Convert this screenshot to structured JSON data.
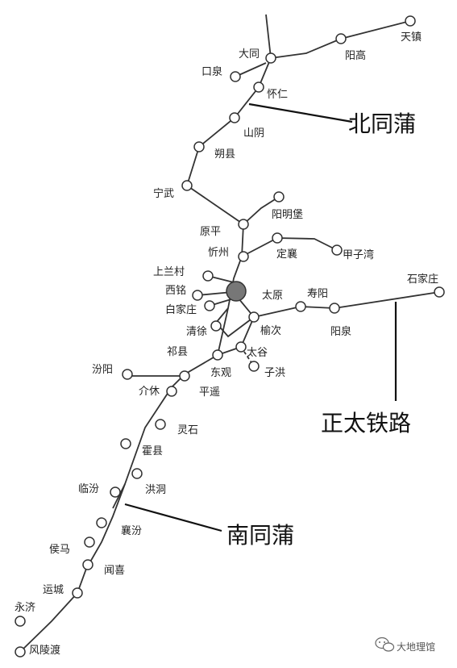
{
  "stations": {
    "tianzhen": "天镇",
    "yanggao": "阳高",
    "datong": "大同",
    "kouquan": "口泉",
    "huairen": "怀仁",
    "shanyin": "山阴",
    "shuoxian": "朔县",
    "ningwu": "宁武",
    "yangmingbao": "阳明堡",
    "yuanping": "原平",
    "xinzhou": "忻州",
    "dingxiang": "定襄",
    "jiaziwan": "甲子湾",
    "shanglancun": "上兰村",
    "ximing": "西铭",
    "taiyuan": "太原",
    "shouyang": "寿阳",
    "shijiazhuang": "石家庄",
    "baijiazhuang": "白家庄",
    "yuci": "榆次",
    "yangquan": "阳泉",
    "qingxu": "清徐",
    "qixian": "祁县",
    "taigu": "太谷",
    "dongguan": "东观",
    "zihong": "子洪",
    "fenyang": "汾阳",
    "jiexiu": "介休",
    "pingyao": "平遥",
    "lingshi": "灵石",
    "huoxian": "霍县",
    "linfen": "临汾",
    "hongdong": "洪洞",
    "xiangfen": "襄汾",
    "houma": "侯马",
    "wenxi": "闻喜",
    "yuncheng": "运城",
    "yongji": "永济",
    "fenglingdu": "风陵渡"
  },
  "callouts": {
    "north": "北同蒲",
    "zhengtai": "正太铁路",
    "south": "南同蒲"
  },
  "watermark": "大地理馆",
  "icons": {
    "watermark_icon": "wechat-icon"
  }
}
